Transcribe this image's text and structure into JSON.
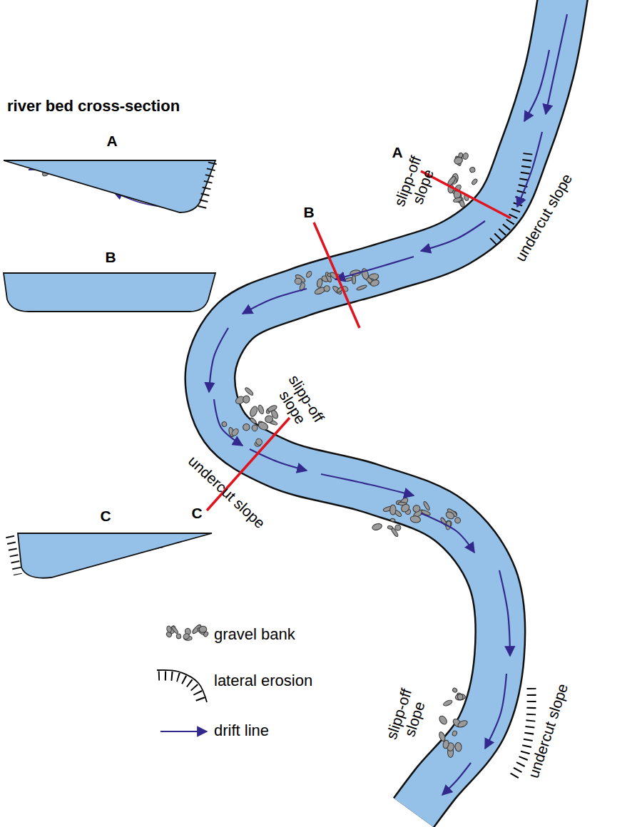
{
  "diagram": {
    "title": "river bed cross-section",
    "labels": [
      "A",
      "B",
      "C",
      "A",
      "slipp-off slope",
      "undercut slope",
      "B",
      "slipp-off slope",
      "undercut slope",
      "C",
      "slipp-off slope",
      "undercut slope"
    ],
    "legend": [
      {
        "text": "gravel bank"
      },
      {
        "text": "lateral erosion"
      },
      {
        "text": "drift line"
      }
    ]
  }
}
